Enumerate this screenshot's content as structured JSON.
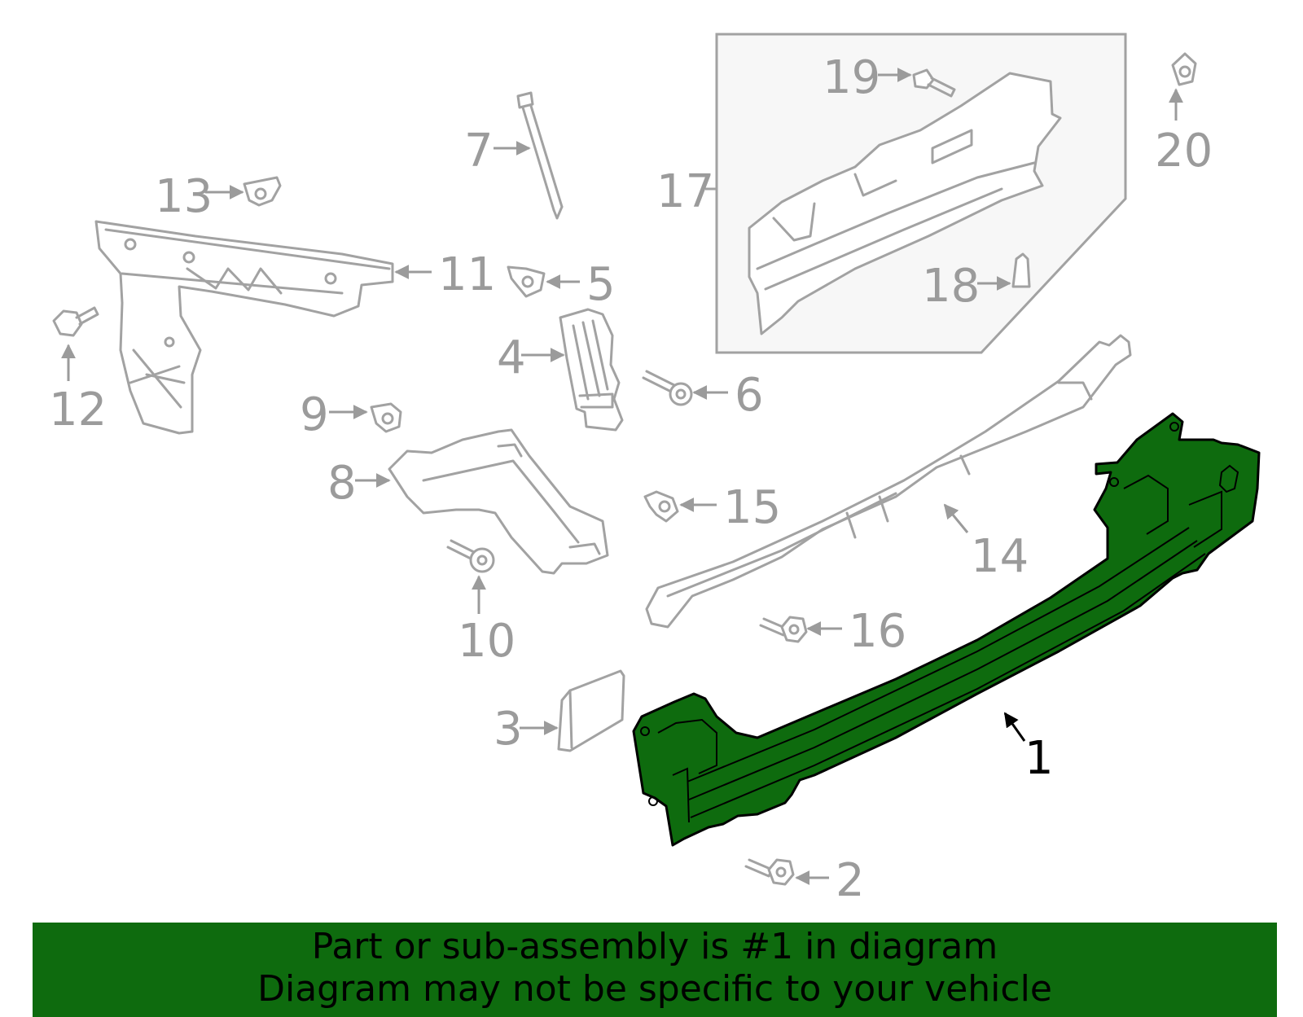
{
  "callouts": {
    "c1": "1",
    "c2": "2",
    "c3": "3",
    "c4": "4",
    "c5": "5",
    "c6": "6",
    "c7": "7",
    "c8": "8",
    "c9": "9",
    "c10": "10",
    "c11": "11",
    "c12": "12",
    "c13": "13",
    "c14": "14",
    "c15": "15",
    "c16": "16",
    "c17": "17",
    "c18": "18",
    "c19": "19",
    "c20": "20"
  },
  "highlight_color": "#0e6b0e",
  "banner": {
    "line1": "Part or sub-assembly is #1 in diagram",
    "line2": "Diagram may not be specific to your vehicle"
  }
}
